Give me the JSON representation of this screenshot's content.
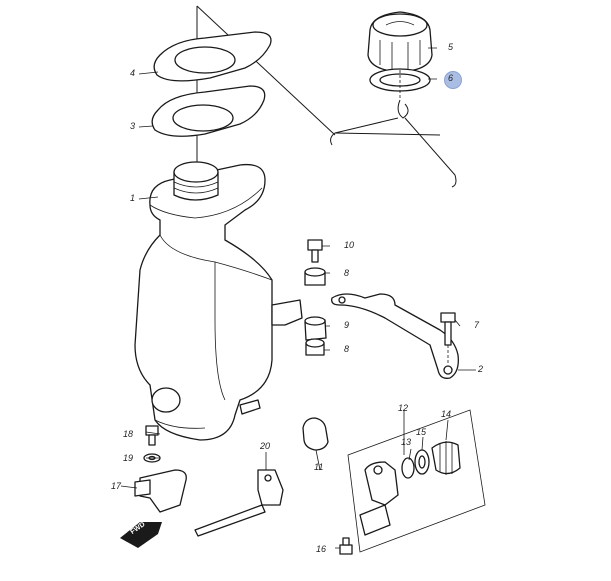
{
  "diagram": {
    "highlighted_callout": "6",
    "fwd_label": "FWD",
    "callouts": [
      {
        "id": "c1",
        "num": "1"
      },
      {
        "id": "c2",
        "num": "2"
      },
      {
        "id": "c3",
        "num": "3"
      },
      {
        "id": "c4",
        "num": "4"
      },
      {
        "id": "c5",
        "num": "5"
      },
      {
        "id": "c6",
        "num": "6"
      },
      {
        "id": "c7",
        "num": "7"
      },
      {
        "id": "c8a",
        "num": "8"
      },
      {
        "id": "c8b",
        "num": "8"
      },
      {
        "id": "c9",
        "num": "9"
      },
      {
        "id": "c10",
        "num": "10"
      },
      {
        "id": "c11",
        "num": "11"
      },
      {
        "id": "c12",
        "num": "12"
      },
      {
        "id": "c13",
        "num": "13"
      },
      {
        "id": "c14",
        "num": "14"
      },
      {
        "id": "c15",
        "num": "15"
      },
      {
        "id": "c16",
        "num": "16"
      },
      {
        "id": "c17",
        "num": "17"
      },
      {
        "id": "c18",
        "num": "18"
      },
      {
        "id": "c19",
        "num": "19"
      },
      {
        "id": "c20",
        "num": "20"
      }
    ],
    "colors": {
      "line": "#1a1a1a",
      "highlight": "#aabde3"
    }
  }
}
